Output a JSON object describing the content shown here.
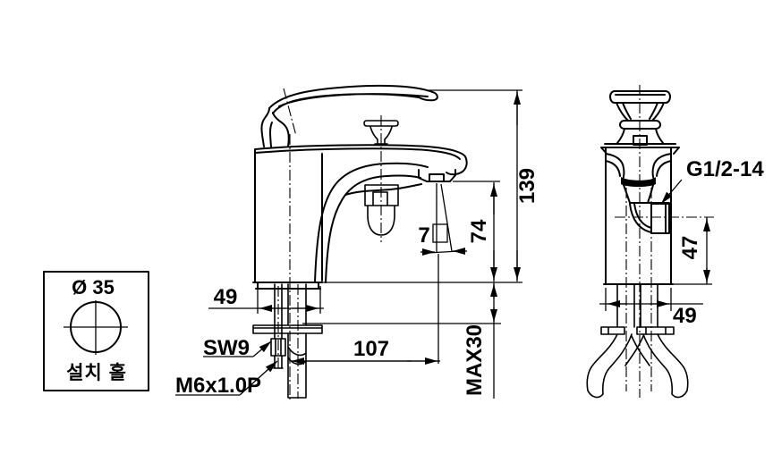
{
  "colors": {
    "background": "#ffffff",
    "line": "#000000"
  },
  "install_hole_view": {
    "diameter": "Ø 35",
    "caption": "설치 홀"
  },
  "side_view": {
    "total_height": "139",
    "spout_height": "74",
    "stream_width": "7",
    "base_depth": "49",
    "spout_reach": "107",
    "max_deck_thickness": "MAX30",
    "wrench_size": "SW9",
    "stud_thread": "M6x1.0P"
  },
  "front_view": {
    "outlet_thread": "G1/2-14",
    "outlet_center_height": "47",
    "body_width": "49"
  }
}
